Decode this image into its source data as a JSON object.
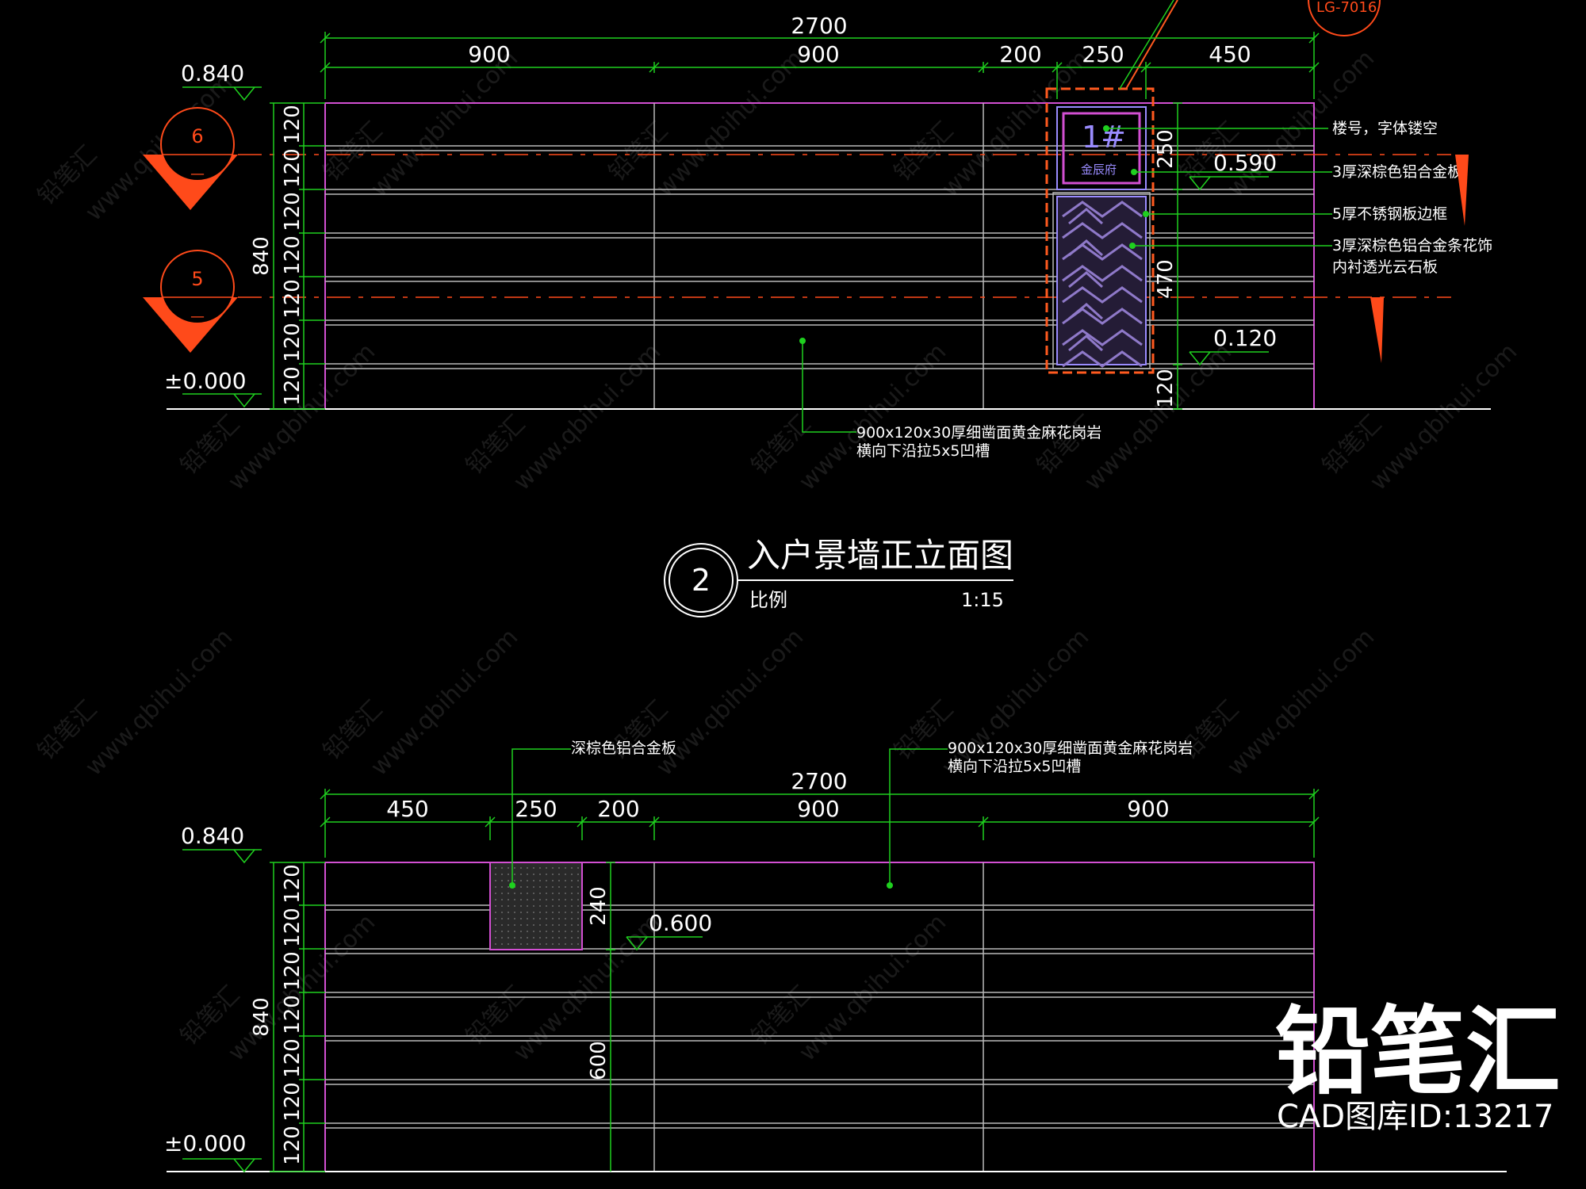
{
  "colors": {
    "background": "#000000",
    "dimension": "#1fd01f",
    "wall": "#d24fd2",
    "grout": "#b9b9b9",
    "section": "#ff4a1a",
    "highlight": "#ff5a1f",
    "text": "#ffffff"
  },
  "elevation_top": {
    "overall": "2700",
    "segments": [
      "900",
      "900",
      "200",
      "250",
      "450"
    ],
    "level_top": "0.840",
    "level_zero": "±0.000",
    "level_sign": "0.590",
    "level_low": "0.120",
    "height_total": "840",
    "course_heights": [
      "120",
      "120",
      "120",
      "120",
      "120",
      "120",
      "120"
    ],
    "sign_height": "250",
    "panel_height": "470",
    "base_height": "120",
    "section_marks": [
      {
        "num": "6",
        "sub": "—"
      },
      {
        "num": "5",
        "sub": "—"
      }
    ],
    "ref_tag": "LG-7016",
    "sign_glyph": "1#",
    "sign_small": "金辰府",
    "notes": [
      "楼号，字体镂空",
      "3厚深棕色铝合金板",
      "5厚不锈钢板边框",
      "3厚深棕色铝合金条花饰",
      "内衬透光云石板"
    ],
    "material_line1": "900x120x30厚细凿面黄金麻花岗岩",
    "material_line2": "横向下沿拉5x5凹槽"
  },
  "title_block": {
    "number": "2",
    "title": "入户景墙正立面图",
    "scale_label": "比例",
    "scale_value": "1:15"
  },
  "elevation_bottom": {
    "overall": "2700",
    "segments": [
      "450",
      "250",
      "200",
      "900",
      "900"
    ],
    "level_top": "0.840",
    "level_mid": "0.600",
    "level_zero": "±0.000",
    "height_total": "840",
    "course_heights": [
      "120",
      "120",
      "120",
      "120",
      "120",
      "120",
      "120"
    ],
    "panel_height": "240",
    "panel_offset": "600",
    "note_panel": "深棕色铝合金板",
    "material_line1": "900x120x30厚细凿面黄金麻花岗岩",
    "material_line2": "横向下沿拉5x5凹槽"
  },
  "branding": {
    "logo": "铅笔汇",
    "caption": "CAD图库ID:13217",
    "watermark_url": "www.qbihui.com",
    "watermark_cn": "铅笔汇"
  }
}
